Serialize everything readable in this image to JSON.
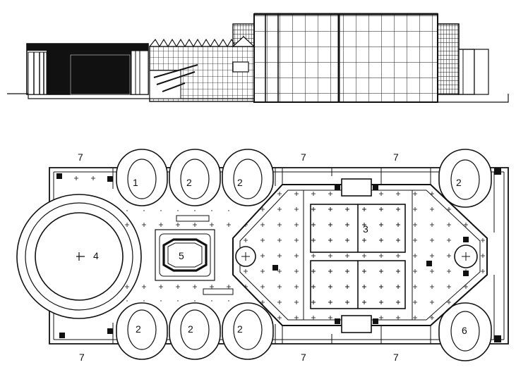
{
  "plan_labels": {
    "l1": "1",
    "l2": "2",
    "l3": "3",
    "l4": "4",
    "l5": "5",
    "l6": "6",
    "l7": "7"
  }
}
